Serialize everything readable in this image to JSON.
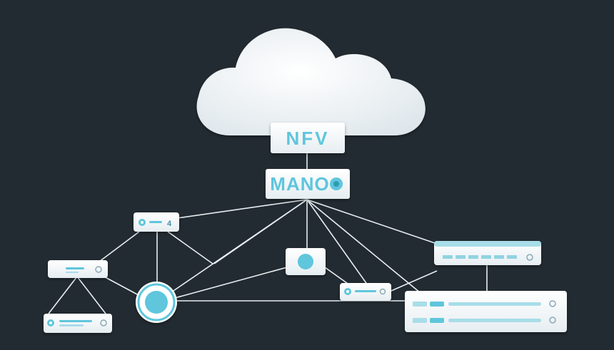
{
  "diagram": {
    "nfv_label": "NFV",
    "mano_label": "MANO",
    "switch_port_label": "4"
  },
  "colors": {
    "background": "#222b31",
    "node_fill": "#ffffff",
    "accent": "#5ec6dc",
    "accent_light": "#a8dde9",
    "link": "#e8eef1",
    "cloud": "#f4f7f9"
  },
  "icons": [
    "cloud-icon",
    "equalizer-icon",
    "router-icon",
    "server-icon"
  ]
}
